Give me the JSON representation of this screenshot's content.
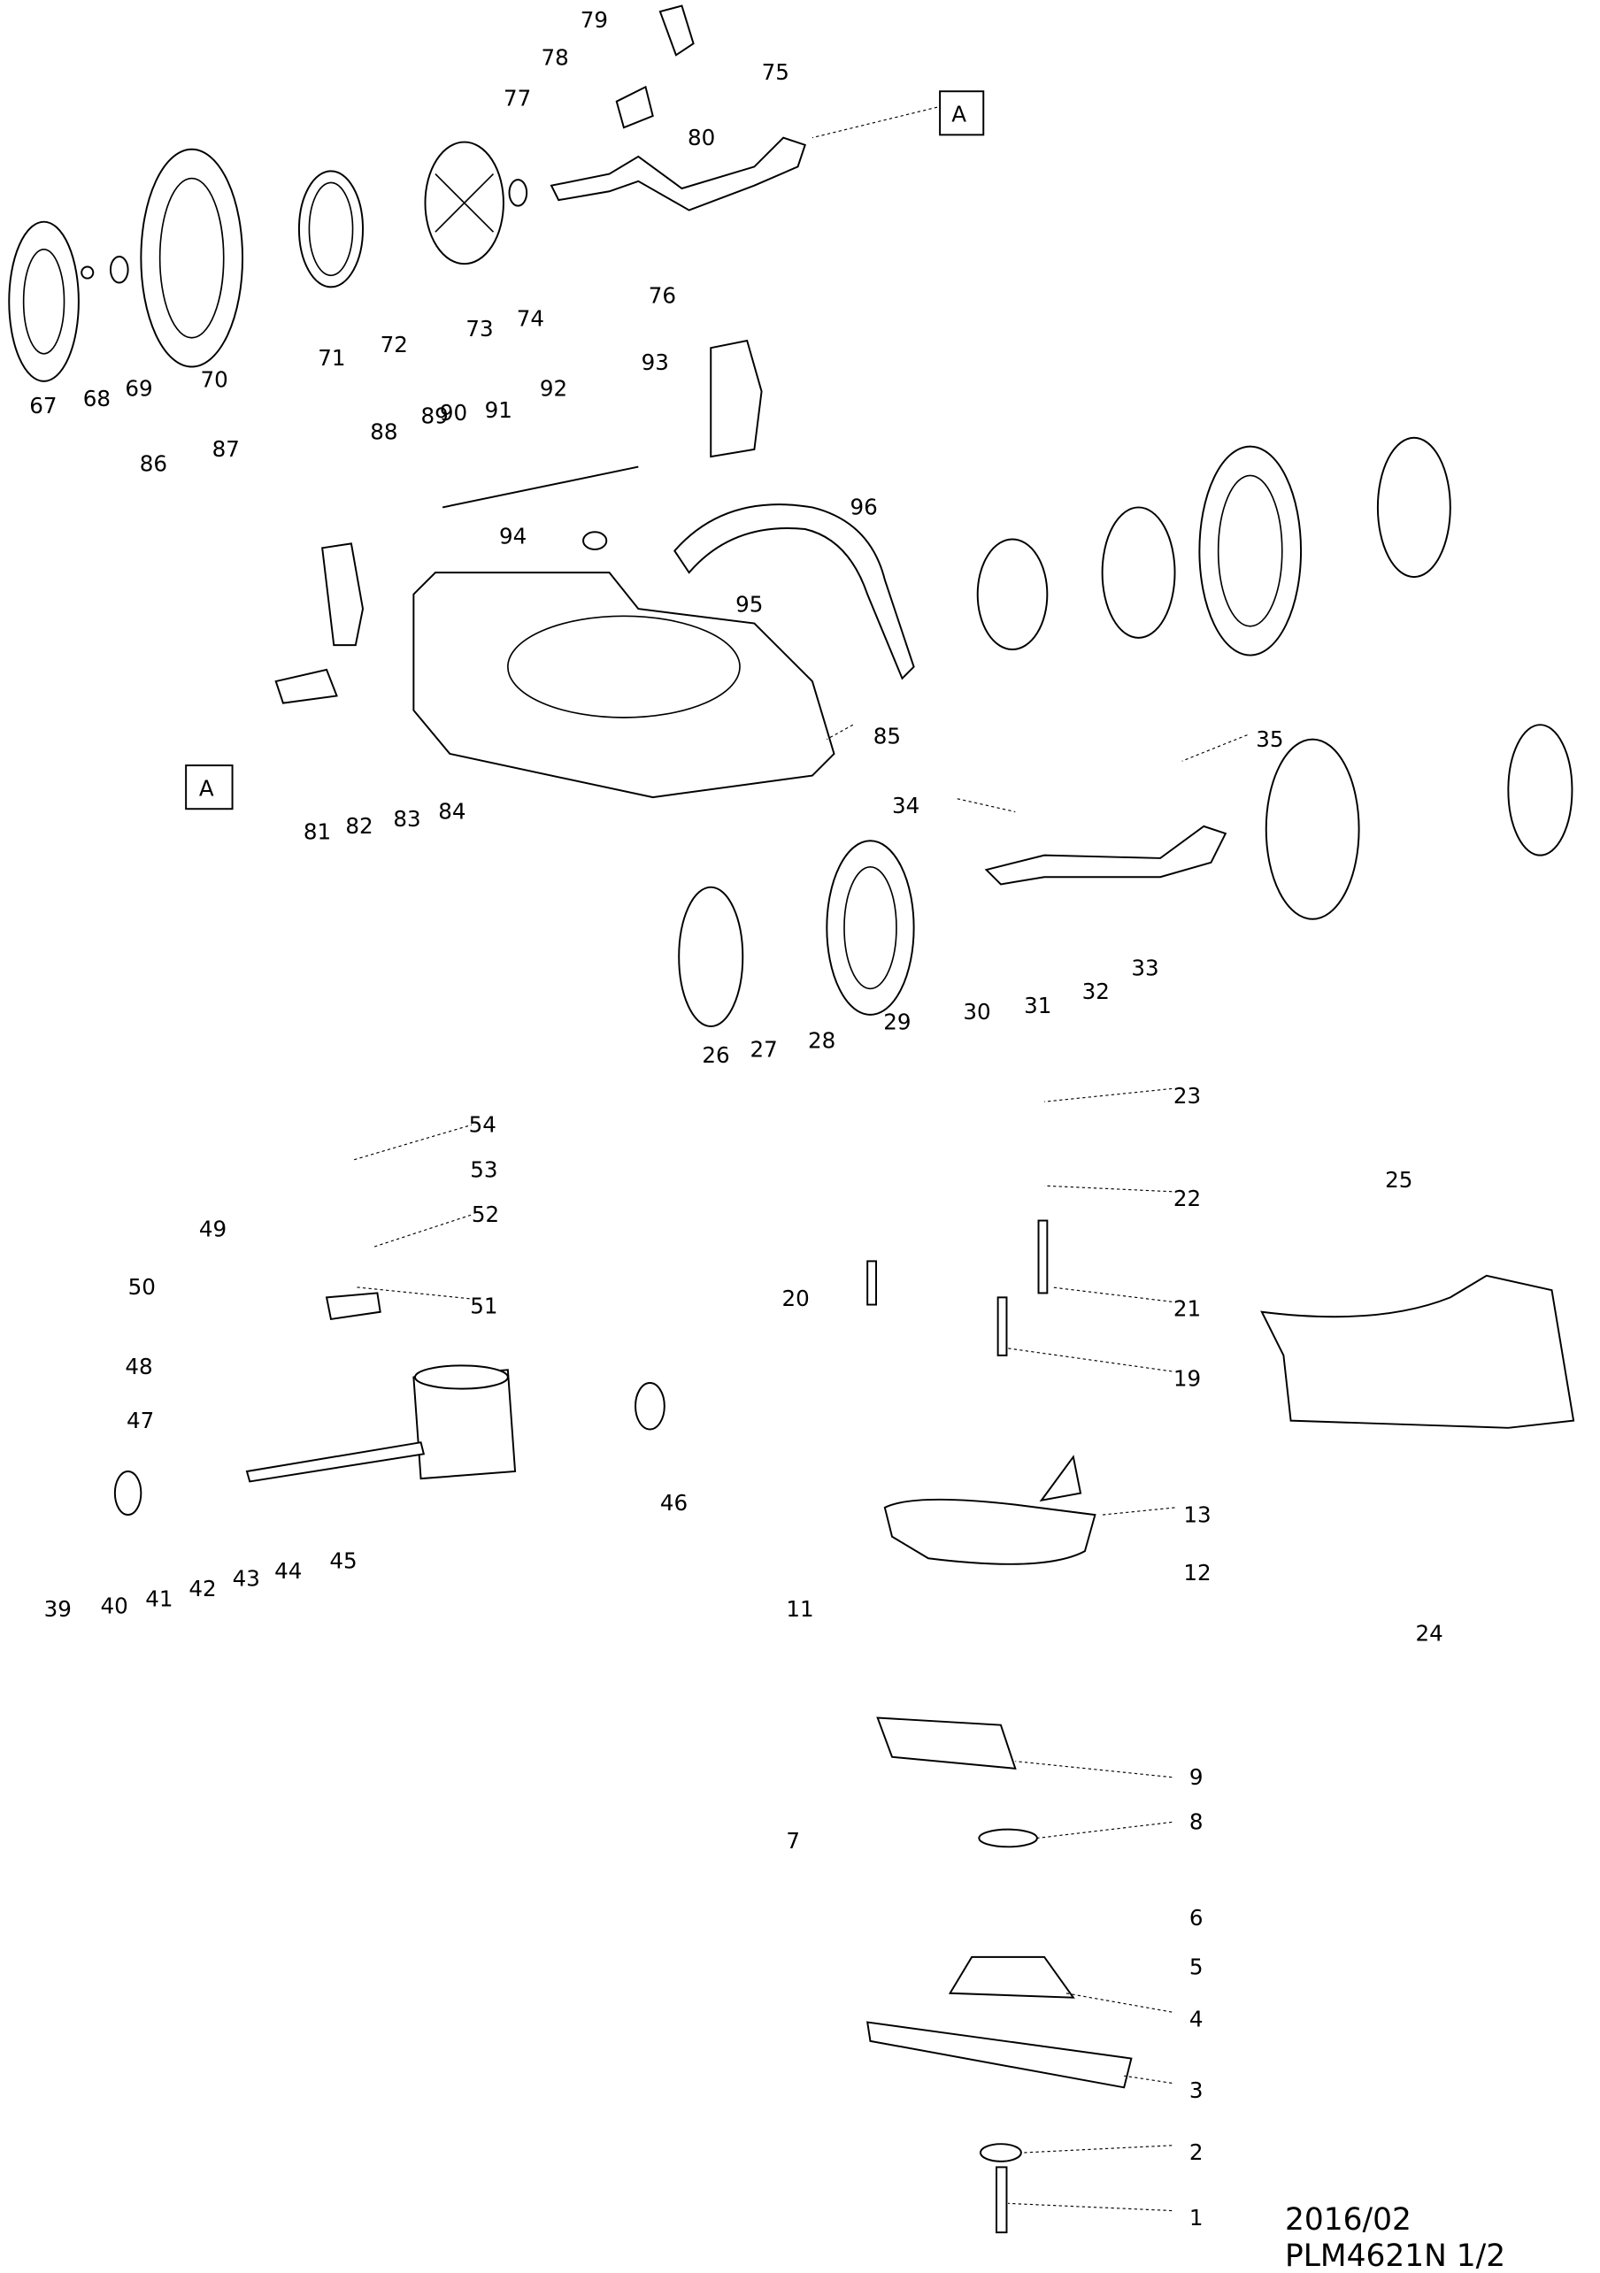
{
  "labels": [
    "79",
    "78",
    "77",
    "80",
    "75",
    "76",
    "67",
    "68",
    "69",
    "70",
    "71",
    "72",
    "73",
    "74",
    "93",
    "92",
    "89",
    "90",
    "91",
    "88",
    "87",
    "86",
    "96",
    "94",
    "95",
    "85",
    "35",
    "34",
    "81",
    "82",
    "83",
    "84",
    "32",
    "33",
    "31",
    "30",
    "29",
    "28",
    "27",
    "26",
    "23",
    "54",
    "53",
    "52",
    "22",
    "25",
    "49",
    "50",
    "51",
    "20",
    "21",
    "48",
    "19",
    "47",
    "46",
    "13",
    "45",
    "12",
    "39",
    "40",
    "41",
    "42",
    "43",
    "44",
    "11",
    "24",
    "9",
    "8",
    "7",
    "6",
    "5",
    "4",
    "3",
    "2",
    "1"
  ],
  "ref_boxes": [
    "A",
    "A"
  ],
  "footer": {
    "date": "2016/02",
    "model_page": "PLM4621N 1/2"
  }
}
